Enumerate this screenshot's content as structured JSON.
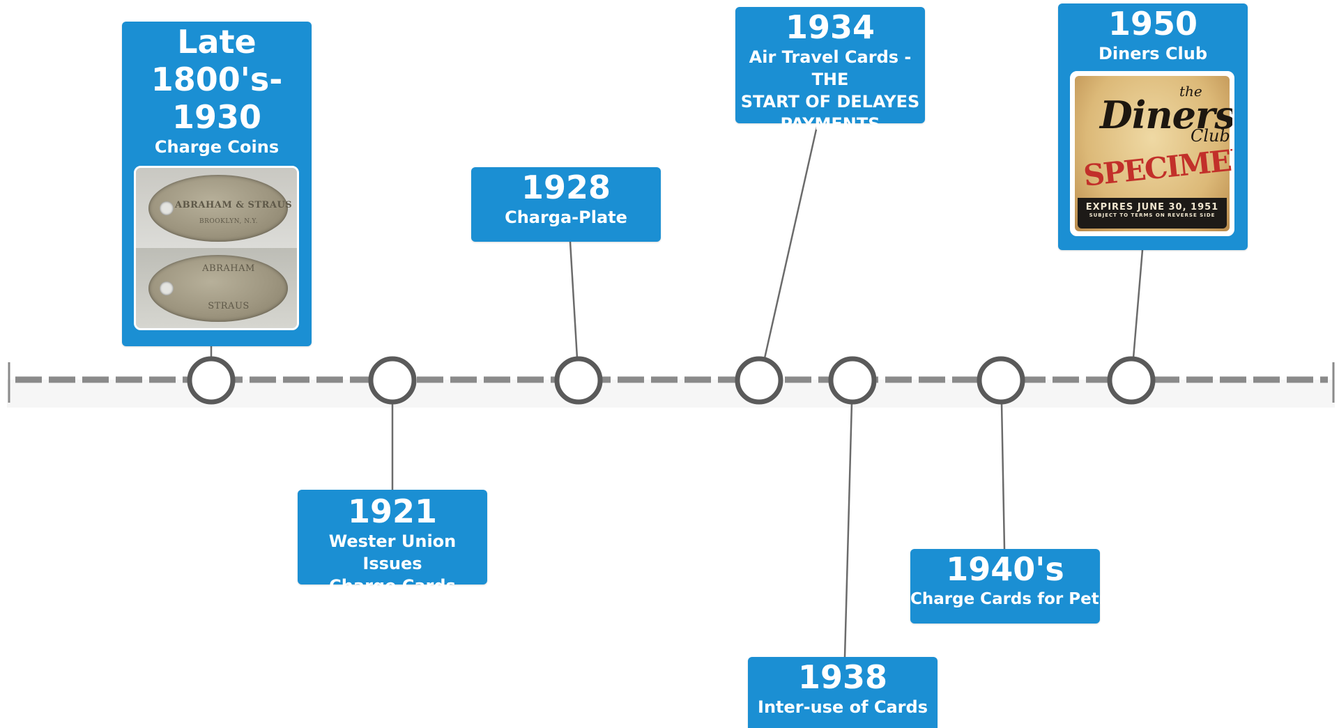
{
  "timeline": {
    "events": [
      {
        "id": "late-1800s",
        "year": "Late 1800's-1930",
        "year_lines": [
          "Late",
          "1800's-",
          "1930"
        ],
        "desc": "Charge Coins",
        "placement": "above",
        "image": "charge-coins-photo"
      },
      {
        "id": "1921",
        "year": "1921",
        "desc_lines": [
          "Wester Union Issues",
          "Charge Cards"
        ],
        "placement": "below"
      },
      {
        "id": "1928",
        "year": "1928",
        "desc": "Charga-Plate",
        "placement": "above"
      },
      {
        "id": "1934",
        "year": "1934",
        "desc_lines": [
          "Air Travel Cards - THE",
          "START OF DELAYES",
          "PAYMENTS"
        ],
        "placement": "above"
      },
      {
        "id": "1938",
        "year": "1938",
        "desc": "Inter-use of Cards",
        "placement": "below"
      },
      {
        "id": "1940s",
        "year": "1940's",
        "desc": "Charge Cards for Petro",
        "placement": "below"
      },
      {
        "id": "1950",
        "year": "1950",
        "desc": "Diners Club",
        "placement": "above",
        "image": "diners-club-card-photo"
      }
    ]
  },
  "images": {
    "coins": {
      "top_engraving": [
        "ABRAHAM & STRAUS",
        "BROOKLYN, N.Y."
      ],
      "bottom_engraving": [
        "ABRAHAM",
        "STRAUS"
      ]
    },
    "diners_card": {
      "the": "the",
      "logo": "Diners'",
      "club": "Club",
      "specimen": "SPECIMEN",
      "expires": "EXPIRES JUNE 30, 1951",
      "terms": "SUBJECT TO TERMS ON REVERSE SIDE"
    }
  },
  "colors": {
    "card_bg": "#1b8fd3",
    "card_text": "#ffffff",
    "axis": "#8a8a8a",
    "node_ring": "#5a5a5a",
    "connector": "#6b6b6b"
  }
}
